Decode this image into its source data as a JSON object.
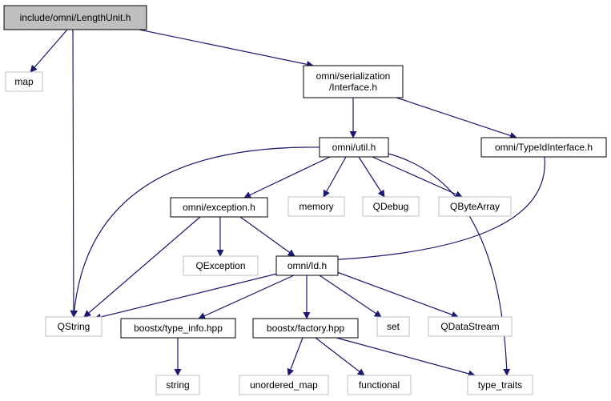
{
  "colors": {
    "root_fill": "#bfbfbf",
    "node_border": "#000000",
    "external_border": "#bfbfbf",
    "edge": "#191970",
    "text": "#000000"
  },
  "nodes": [
    {
      "id": "root",
      "label": "include/omni/LengthUnit.h",
      "kind": "root"
    },
    {
      "id": "map",
      "label": "map",
      "kind": "external"
    },
    {
      "id": "ser",
      "label": "omni/serialization\n/Interface.h",
      "kind": "file"
    },
    {
      "id": "util",
      "label": "omni/util.h",
      "kind": "file"
    },
    {
      "id": "typeid",
      "label": "omni/TypeIdInterface.h",
      "kind": "file"
    },
    {
      "id": "exception",
      "label": "omni/exception.h",
      "kind": "file"
    },
    {
      "id": "memory",
      "label": "memory",
      "kind": "external"
    },
    {
      "id": "qdebug",
      "label": "QDebug",
      "kind": "external"
    },
    {
      "id": "qbytearray",
      "label": "QByteArray",
      "kind": "external"
    },
    {
      "id": "qexception",
      "label": "QException",
      "kind": "external"
    },
    {
      "id": "id",
      "label": "omni/Id.h",
      "kind": "file"
    },
    {
      "id": "qstring",
      "label": "QString",
      "kind": "external"
    },
    {
      "id": "typeinfo",
      "label": "boostx/type_info.hpp",
      "kind": "file"
    },
    {
      "id": "factory",
      "label": "boostx/factory.hpp",
      "kind": "file"
    },
    {
      "id": "set",
      "label": "set",
      "kind": "external"
    },
    {
      "id": "qdatastream",
      "label": "QDataStream",
      "kind": "external"
    },
    {
      "id": "string",
      "label": "string",
      "kind": "external"
    },
    {
      "id": "unordered_map",
      "label": "unordered_map",
      "kind": "external"
    },
    {
      "id": "functional",
      "label": "functional",
      "kind": "external"
    },
    {
      "id": "type_traits",
      "label": "type_traits",
      "kind": "external"
    }
  ],
  "edges": [
    [
      "root",
      "map"
    ],
    [
      "root",
      "qstring"
    ],
    [
      "root",
      "ser"
    ],
    [
      "ser",
      "util"
    ],
    [
      "ser",
      "typeid"
    ],
    [
      "util",
      "qstring"
    ],
    [
      "util",
      "exception"
    ],
    [
      "util",
      "memory"
    ],
    [
      "util",
      "qdebug"
    ],
    [
      "util",
      "qbytearray"
    ],
    [
      "util",
      "type_traits"
    ],
    [
      "typeid",
      "id"
    ],
    [
      "exception",
      "qstring"
    ],
    [
      "exception",
      "qexception"
    ],
    [
      "exception",
      "id"
    ],
    [
      "id",
      "qstring"
    ],
    [
      "id",
      "typeinfo"
    ],
    [
      "id",
      "factory"
    ],
    [
      "id",
      "set"
    ],
    [
      "id",
      "qdatastream"
    ],
    [
      "typeinfo",
      "string"
    ],
    [
      "factory",
      "unordered_map"
    ],
    [
      "factory",
      "functional"
    ],
    [
      "factory",
      "type_traits"
    ]
  ]
}
